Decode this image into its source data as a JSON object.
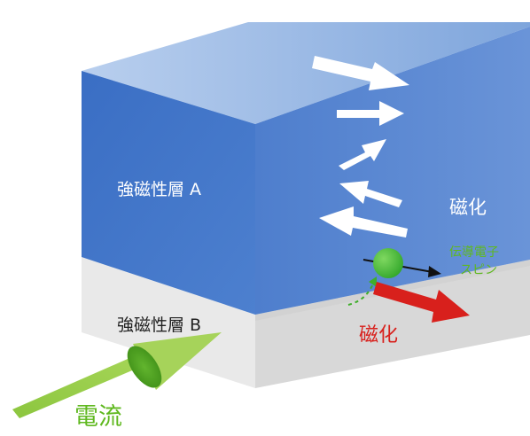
{
  "labels": {
    "layer_a": "強磁性層 A",
    "magnetization_a": "磁化",
    "layer_b": "強磁性層 B",
    "magnetization_b": "磁化",
    "spin_line1": "伝導電子",
    "spin_line2": "スピン",
    "current": "電流"
  },
  "colors": {
    "layer_a_front": "#3f73c8",
    "layer_a_top": "#9cbbe4",
    "layer_a_side": "#5b88d2",
    "layer_b_front": "#e8e8e8",
    "layer_b_side": "#d7d7d7",
    "magnetization_b_arrow": "#d8201c",
    "current_arrow": "#8cc63f",
    "electron": "#4cbb3c",
    "label_green": "#5fb81f",
    "label_red": "#d8201c"
  },
  "icons": {
    "magnetization_arrows": "white-arrow",
    "spin_arrow": "black-arrow",
    "electron": "green-sphere",
    "current": "cone-arrow"
  }
}
